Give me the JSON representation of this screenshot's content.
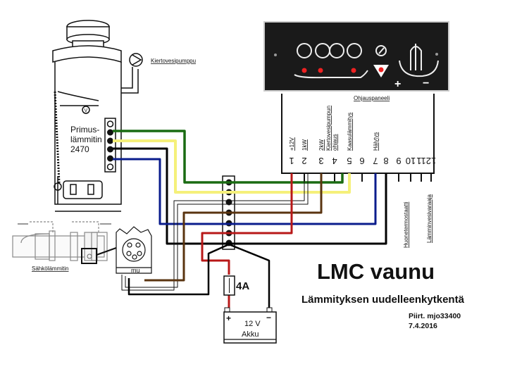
{
  "diagram": {
    "title": "LMC vaunu",
    "subtitle": "Lämmityksen uudelleenkytkentä",
    "credit_author": "Piirt. mjo33400",
    "credit_date": "7.4.2016"
  },
  "components": {
    "primus_heater": {
      "label_line1": "Primus-",
      "label_line2": "lämmitin",
      "label_line3": "2470"
    },
    "circulation_pump": {
      "label": "Kiertovesipumppu"
    },
    "electric_heater": {
      "label": "Sähkölämmitin",
      "connector_label": "mu"
    },
    "control_panel": {
      "label": "Ohjauspaneeli"
    },
    "fuse": {
      "label": "4A"
    },
    "battery": {
      "voltage": "12 V",
      "label": "Akku",
      "positive": "+",
      "negative": "−"
    },
    "panel_plus": "+",
    "panel_minus": "−"
  },
  "terminals": [
    {
      "num": "1",
      "label": "+12V"
    },
    {
      "num": "2",
      "label": "1kW"
    },
    {
      "num": "3",
      "label": "2kW"
    },
    {
      "num": "4",
      "label": "Kiertovesipumpun ohjaus"
    },
    {
      "num": "5",
      "label": "Kaasulämmitys"
    },
    {
      "num": "6",
      "label": ""
    },
    {
      "num": "7",
      "label": "Hälytys"
    },
    {
      "num": "8",
      "label": ""
    },
    {
      "num": "9",
      "label": ""
    },
    {
      "num": "10",
      "label": ""
    },
    {
      "num": "11",
      "label": ""
    },
    {
      "num": "12",
      "label": ""
    }
  ],
  "external_labels": {
    "room_thermostat": "Huonetermostaatti",
    "water_heater": "Lämminvesivaraaja"
  },
  "wire_colors": {
    "green": "#1a6b12",
    "yellow": "#f5f07a",
    "black": "#000000",
    "brown": "#5a3410",
    "blue": "#0a1c8c",
    "red": "#b81818"
  }
}
